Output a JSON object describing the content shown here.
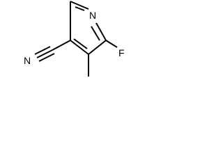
{
  "molecule": {
    "atoms": {
      "ring_nitrogen": "N",
      "fluorine": "F",
      "nitrile_nitrogen": "N"
    }
  }
}
